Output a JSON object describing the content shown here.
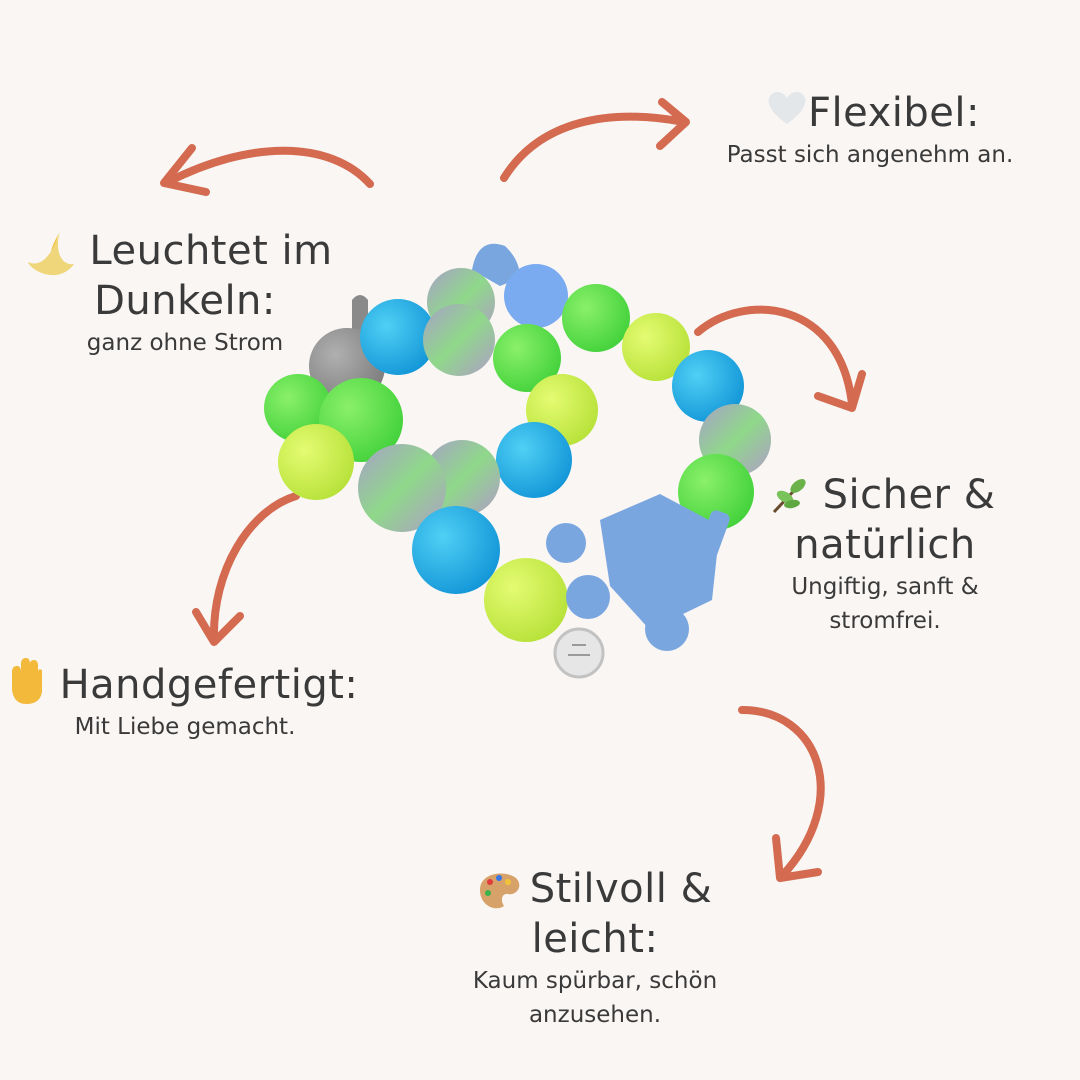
{
  "colors": {
    "background": "#f9f6f4",
    "arrow": "#d46a4f",
    "text": "#3a3a3a"
  },
  "features": {
    "flexibel": {
      "icon": "white-heart-icon",
      "title": "Flexibel:",
      "subtitle": "Passt sich angenehm an."
    },
    "leuchtet": {
      "icon": "crescent-moon-icon",
      "title_line1": "Leuchtet im",
      "title_line2": "Dunkeln:",
      "subtitle": "ganz ohne Strom"
    },
    "sicher": {
      "icon": "herb-icon",
      "title_line1": "Sicher &",
      "title_line2": "natürlich",
      "subtitle_line1": "Ungiftig, sanft &",
      "subtitle_line2": "stromfrei."
    },
    "handgefertigt": {
      "icon": "raised-hand-icon",
      "title": "Handgefertigt:",
      "subtitle": "Mit Liebe gemacht."
    },
    "stilvoll": {
      "icon": "artist-palette-icon",
      "title_line1": "Stilvoll &",
      "title_line2": "leicht:",
      "subtitle_line1": "Kaum spürbar, schön",
      "subtitle_line2": "anzusehen."
    }
  }
}
